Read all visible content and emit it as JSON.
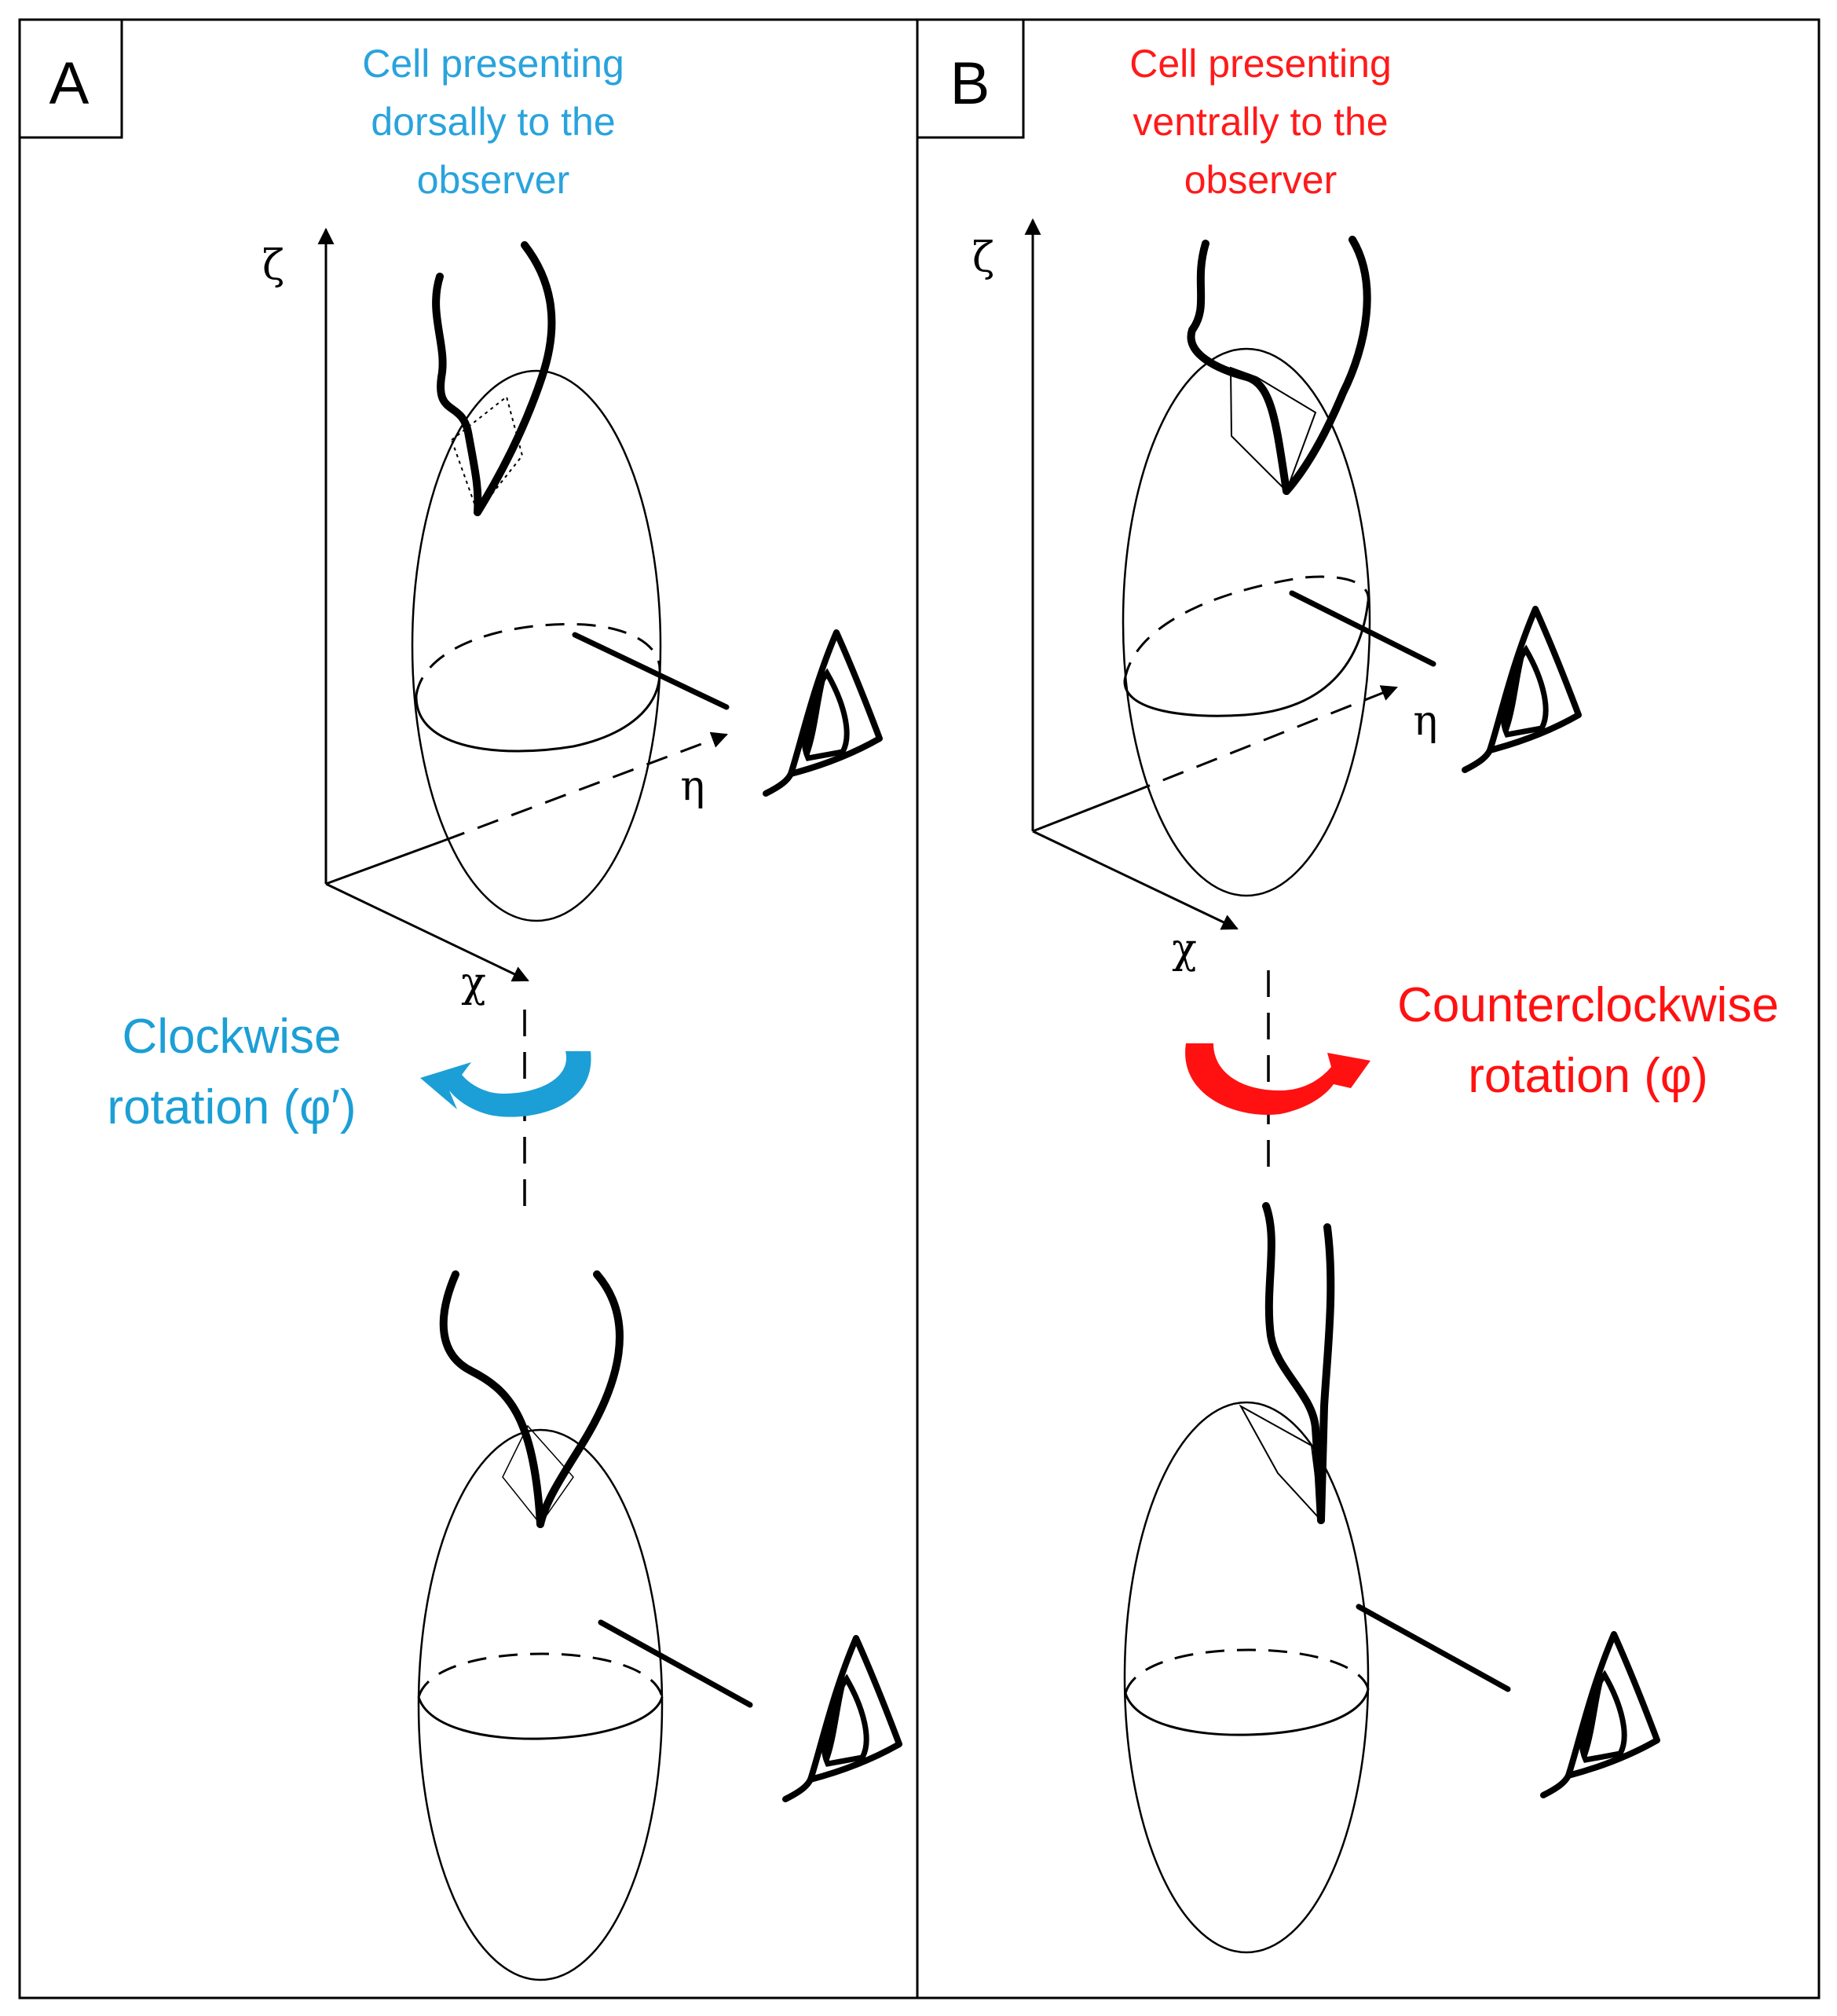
{
  "panel_a": {
    "letter": "A",
    "heading_lines": [
      "Cell presenting",
      "dorsally to the",
      "observer"
    ],
    "heading_color": "#29a3dd",
    "rotation_lines": [
      "Clockwise",
      "rotation (φ′)"
    ],
    "rotation_color": "#1b9fd6"
  },
  "panel_b": {
    "letter": "B",
    "heading_lines": [
      "Cell presenting",
      "ventrally to the",
      "observer"
    ],
    "heading_color": "#ff1a1a",
    "rotation_lines": [
      "Counterclockwise",
      "rotation (φ)"
    ],
    "rotation_color": "#ff1111"
  },
  "axes": {
    "zeta": "ζ",
    "eta": "η",
    "chi": "χ"
  },
  "icons": [
    "eye-icon",
    "clockwise-arrow-icon",
    "counterclockwise-arrow-icon",
    "flagella-icon"
  ]
}
